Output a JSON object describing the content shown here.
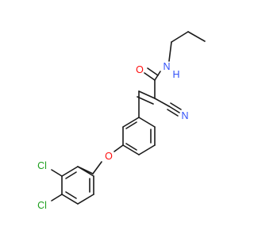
{
  "atoms": {
    "O_carbonyl": {
      "text": "O",
      "color": "#ff0d0d"
    },
    "N_amide": {
      "text": "N",
      "color": "#3050f8"
    },
    "H_amide": {
      "text": "H",
      "color": "#3050f8"
    },
    "N_nitrile": {
      "text": "N",
      "color": "#3050f8"
    },
    "O_ether": {
      "text": "O",
      "color": "#ff0d0d"
    },
    "Cl_1": {
      "text": "Cl",
      "color": "#1fa01f"
    },
    "Cl_2": {
      "text": "Cl",
      "color": "#1fa01f"
    }
  }
}
